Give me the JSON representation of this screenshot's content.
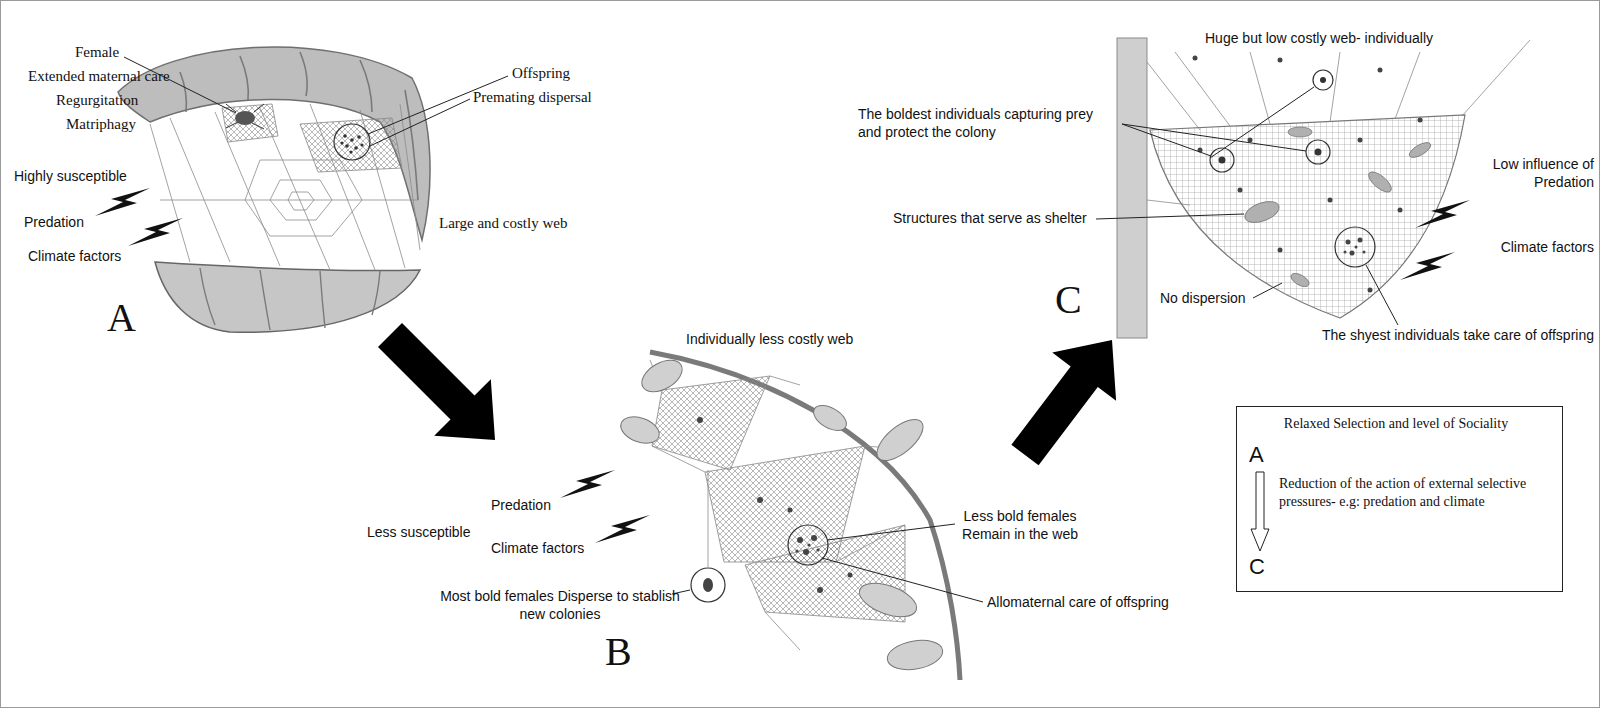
{
  "diagram": {
    "nodes": [
      {
        "text": [
          "A"
        ]
      },
      {
        "text": [
          "B"
        ]
      },
      {
        "text": [
          "C"
        ]
      },
      {
        "text": [
          "Relaxed Selection and level of Sociality",
          "A",
          "Reduction of the action of external selective pressures- e.g: predation and climate",
          "C"
        ]
      }
    ],
    "edges": [
      {
        "from": 0,
        "to": 1,
        "arrow": "to"
      },
      {
        "from": 1,
        "to": 2,
        "arrow": "to"
      }
    ],
    "labels": [
      "Female",
      "Extended maternal care",
      "Regurgitation",
      "Matriphagy",
      "Offspring",
      "Premating dispersal",
      "Highly susceptible",
      "Predation",
      "Climate factors",
      "Large and costly web",
      "Individually less costly web",
      "Predation",
      "Less susceptible",
      "Climate factors",
      "Less bold females Remain in the web",
      "Most bold females Disperse to stablish new colonies",
      "Allomaternal care of offspring",
      "Huge but low costly web- individually",
      "The boldest individuals capturing prey and protect the colony",
      "Structures that serve as shelter",
      "No dispersion",
      "Low influence of Predation",
      "Climate factors",
      "The shyest individuals take care of offspring"
    ]
  }
}
